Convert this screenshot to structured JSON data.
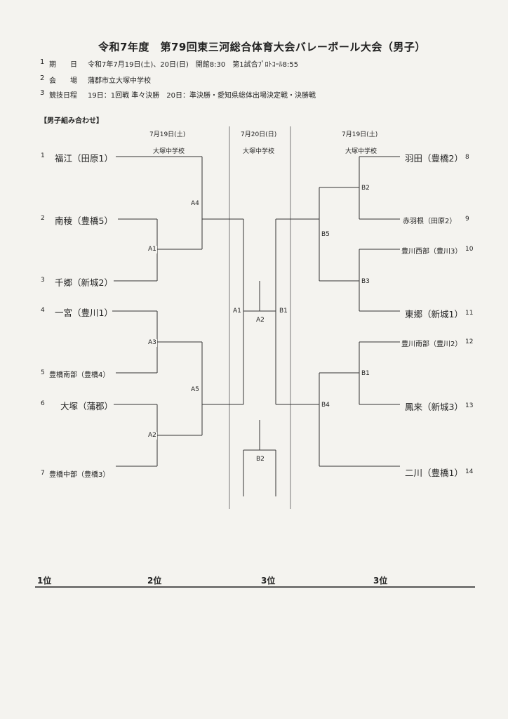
{
  "title": "令和7年度　第79回東三河総合体育大会バレーボール大会（男子）",
  "info": [
    {
      "num": "1",
      "label": "期　　日",
      "text": "令和7年7月19日(土)、20日(日)　開館8:30　第1試合ﾌﾟﾛﾄｺｰﾙ8:55"
    },
    {
      "num": "2",
      "label": "会　　場",
      "text": "蒲郡市立大塚中学校"
    },
    {
      "num": "3",
      "label": "競技日程",
      "text": "19日：1回戦 準々決勝　20日：準決勝・愛知県総体出場決定戦・決勝戦"
    }
  ],
  "section_title": "【男子組み合わせ】",
  "columns": {
    "left": {
      "date": "7月19日(土)",
      "venue": "大塚中学校"
    },
    "center": {
      "date": "7月20日(日)",
      "venue": "大塚中学校"
    },
    "right": {
      "date": "7月19日(土)",
      "venue": "大塚中学校"
    }
  },
  "teams": {
    "t1": {
      "num": "1",
      "name": "福江（田原1）"
    },
    "t2": {
      "num": "2",
      "name": "南稜（豊橋5）"
    },
    "t3": {
      "num": "3",
      "name": "千郷（新城2）"
    },
    "t4": {
      "num": "4",
      "name": "一宮（豊川1）"
    },
    "t5": {
      "num": "5",
      "name": "豊橋南部（豊橋4）"
    },
    "t6": {
      "num": "6",
      "name": "大塚（蒲郡）"
    },
    "t7": {
      "num": "7",
      "name": "豊橋中部（豊橋3）"
    },
    "t8": {
      "num": "8",
      "name": "羽田（豊橋2）"
    },
    "t9": {
      "num": "9",
      "name": "赤羽根（田原2）"
    },
    "t10": {
      "num": "10",
      "name": "豊川西部（豊川3）"
    },
    "t11": {
      "num": "11",
      "name": "東郷（新城1）"
    },
    "t12": {
      "num": "12",
      "name": "豊川南部（豊川2）"
    },
    "t13": {
      "num": "13",
      "name": "鳳来（新城3）"
    },
    "t14": {
      "num": "14",
      "name": "二川（豊橋1）"
    }
  },
  "matches": {
    "a1": "A1",
    "a2": "A2",
    "a3": "A3",
    "a4": "A4",
    "a5": "A5",
    "b1": "B1",
    "b2": "B2",
    "b3": "B3",
    "b5": "B5",
    "b4": "B4",
    "c_a1": "A1",
    "c_b1": "B1",
    "c_a2": "A2",
    "c_b2": "B2"
  },
  "ranks": {
    "first": "1位",
    "second": "2位",
    "third_a": "3位",
    "third_b": "3位"
  }
}
